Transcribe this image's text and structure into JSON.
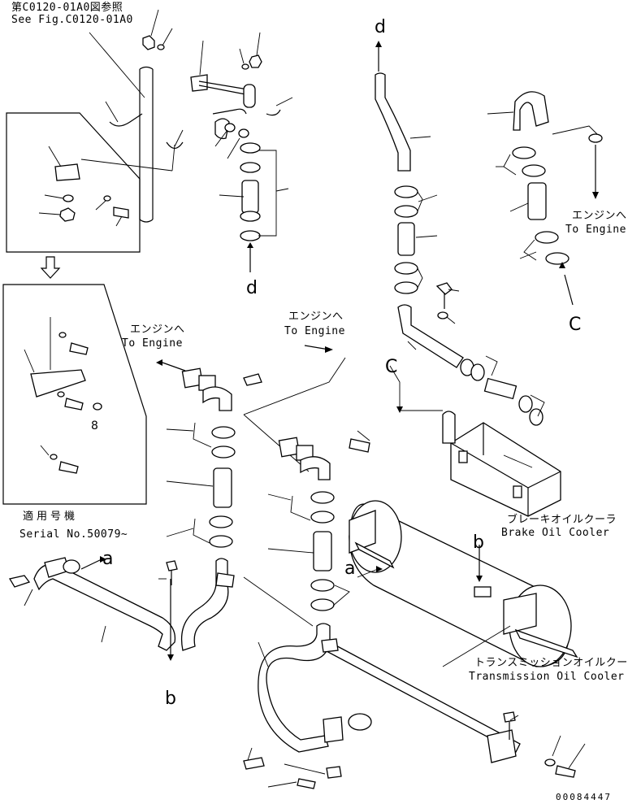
{
  "reference_note": {
    "jp": "第C0120-01A0図参照",
    "en": "See Fig.C0120-01A0"
  },
  "serial_note": {
    "jp": "適用号機",
    "en": "Serial No.50079~"
  },
  "to_engine": [
    {
      "jp": "エンジンへ",
      "en": "To Engine"
    },
    {
      "jp": "エンジンへ",
      "en": "To Engine"
    },
    {
      "jp": "エンジンへ",
      "en": "To Engine"
    }
  ],
  "brake_oil_cooler": {
    "jp": "ブレーキオイルクーラ",
    "en": "Brake Oil Cooler"
  },
  "transmission_oil_cooler": {
    "jp": "トランスミッションオイルクーラ",
    "en": "Transmission Oil Cooler"
  },
  "letters": {
    "d_top": "d",
    "d_mid": "d",
    "c_right": "C",
    "c_mid": "C",
    "a_left": "a",
    "a_mid": "a",
    "b_left": "b",
    "b_right": "b"
  },
  "drawing_number": "00084447"
}
